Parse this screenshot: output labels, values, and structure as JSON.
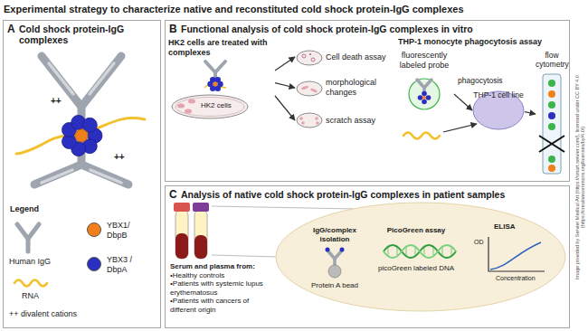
{
  "diagram": {
    "title": "Experimental strategy to characterize native and reconstituted cold shock protein-IgG complexes",
    "nodes": [
      {
        "text": [
          "A",
          "Cold shock protein-IgG complexes"
        ]
      },
      {
        "text": [
          "Legend"
        ],
        "in": 0
      },
      {
        "text": [
          "B",
          "Functional analysis of cold shock protein-IgG complexes in vitro"
        ]
      },
      {
        "text": [
          "HK2 cells are treated with complexes",
          "HK2 cells"
        ],
        "in": 2
      },
      {
        "text": [
          "Cell death assay"
        ],
        "in": 2
      },
      {
        "text": [
          "morphological changes"
        ],
        "in": 2
      },
      {
        "text": [
          "scratch assay"
        ],
        "in": 2
      },
      {
        "text": [
          "fluorescently labeled probe"
        ],
        "in": 2
      },
      {
        "text": [
          "THP-1 cell line"
        ],
        "in": 2
      },
      {
        "text": [
          "flow cytometry"
        ],
        "in": 2
      },
      {
        "text": [
          "C",
          "Analysis of native cold shock protein-IgG complexes in patient samples"
        ]
      }
    ],
    "edges": [
      {
        "from": 3,
        "to": 4,
        "arrow": "to"
      },
      {
        "from": 3,
        "to": 5,
        "arrow": "to"
      },
      {
        "from": 3,
        "to": 6,
        "arrow": "to"
      },
      {
        "from": 7,
        "to": 8,
        "arrow": "to"
      },
      {
        "from": 8,
        "to": 9,
        "arrow": "to"
      }
    ],
    "labels": [
      "++",
      "++",
      "THP-1 monocyte phagocytosis assay",
      "phagocytosis",
      "Serum and plasma from:",
      "•Healthy controls",
      "•Patients with systemic lupus erythematosus",
      "•Patients with cancers of different origin",
      "IgG/complex isolation",
      "Protein A bead",
      "PicoGreen assay",
      "picoGreen labeled DNA",
      "ELISA",
      "OD",
      "Concentration",
      "Image provided by Servier Medical Art (https://smart.servier.com/), licensed under CC BY 4.0 (https://creativecommons.org/licenses/by/4.0/)"
    ],
    "legend": [
      {
        "text": "Human IgG"
      },
      {
        "text": "YBX1/ DbpB",
        "color": "#f07f1c"
      },
      {
        "text": "YBX3 / DbpA",
        "color": "#2b2fbf"
      },
      {
        "text": "RNA"
      },
      {
        "text": "++ divalent cations"
      }
    ]
  }
}
